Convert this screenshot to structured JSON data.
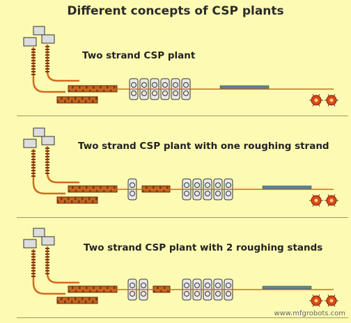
{
  "title": "Different concepts of CSP plants",
  "panels": [
    {
      "label": "Two strand CSP plant",
      "roughing_stands": 0
    },
    {
      "label": "Two strand CSP plant with one roughing strand",
      "roughing_stands": 1
    },
    {
      "label": "Two strand CSP plant with 2 roughing stands",
      "roughing_stands": 2
    }
  ],
  "watermark": "www.mfgrobots.com",
  "colors": {
    "background": "#fdfbb3",
    "furnace": "#c8641e",
    "checker": "#7a3a12",
    "line": "#d2691e",
    "coiler": "#d94a1a"
  }
}
